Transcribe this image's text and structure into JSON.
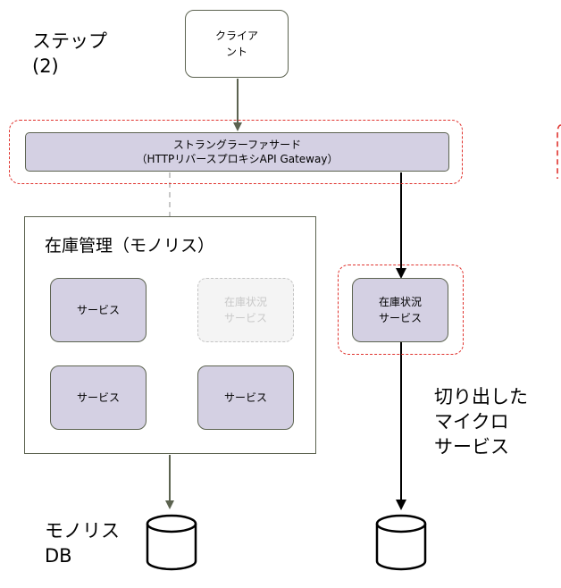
{
  "step": {
    "title": "ステップ",
    "number": "(2)"
  },
  "client": {
    "label": "クライア\nント"
  },
  "facade": {
    "label": "ストラングラーファサード\n（HTTPリバースプロキシAPI Gateway）"
  },
  "monolith": {
    "title": "在庫管理（モノリス）",
    "services": [
      "サービス",
      "サービス",
      "サービス"
    ],
    "ghost_service": "在庫状況\nサービス"
  },
  "microservice": {
    "service_label": "在庫状況\nサービス",
    "caption": "切り出した\nマイクロ\nサービス"
  },
  "databases": {
    "monolith_db": "モノリス\nDB"
  },
  "colors": {
    "service_fill": "#d4d0e3",
    "border": "#5c6350",
    "dashed_highlight": "#e0332e",
    "ghost_arrow": "#c8c8c8",
    "arrow_dark": "#000000"
  },
  "icons": {
    "database": "database-icon"
  }
}
